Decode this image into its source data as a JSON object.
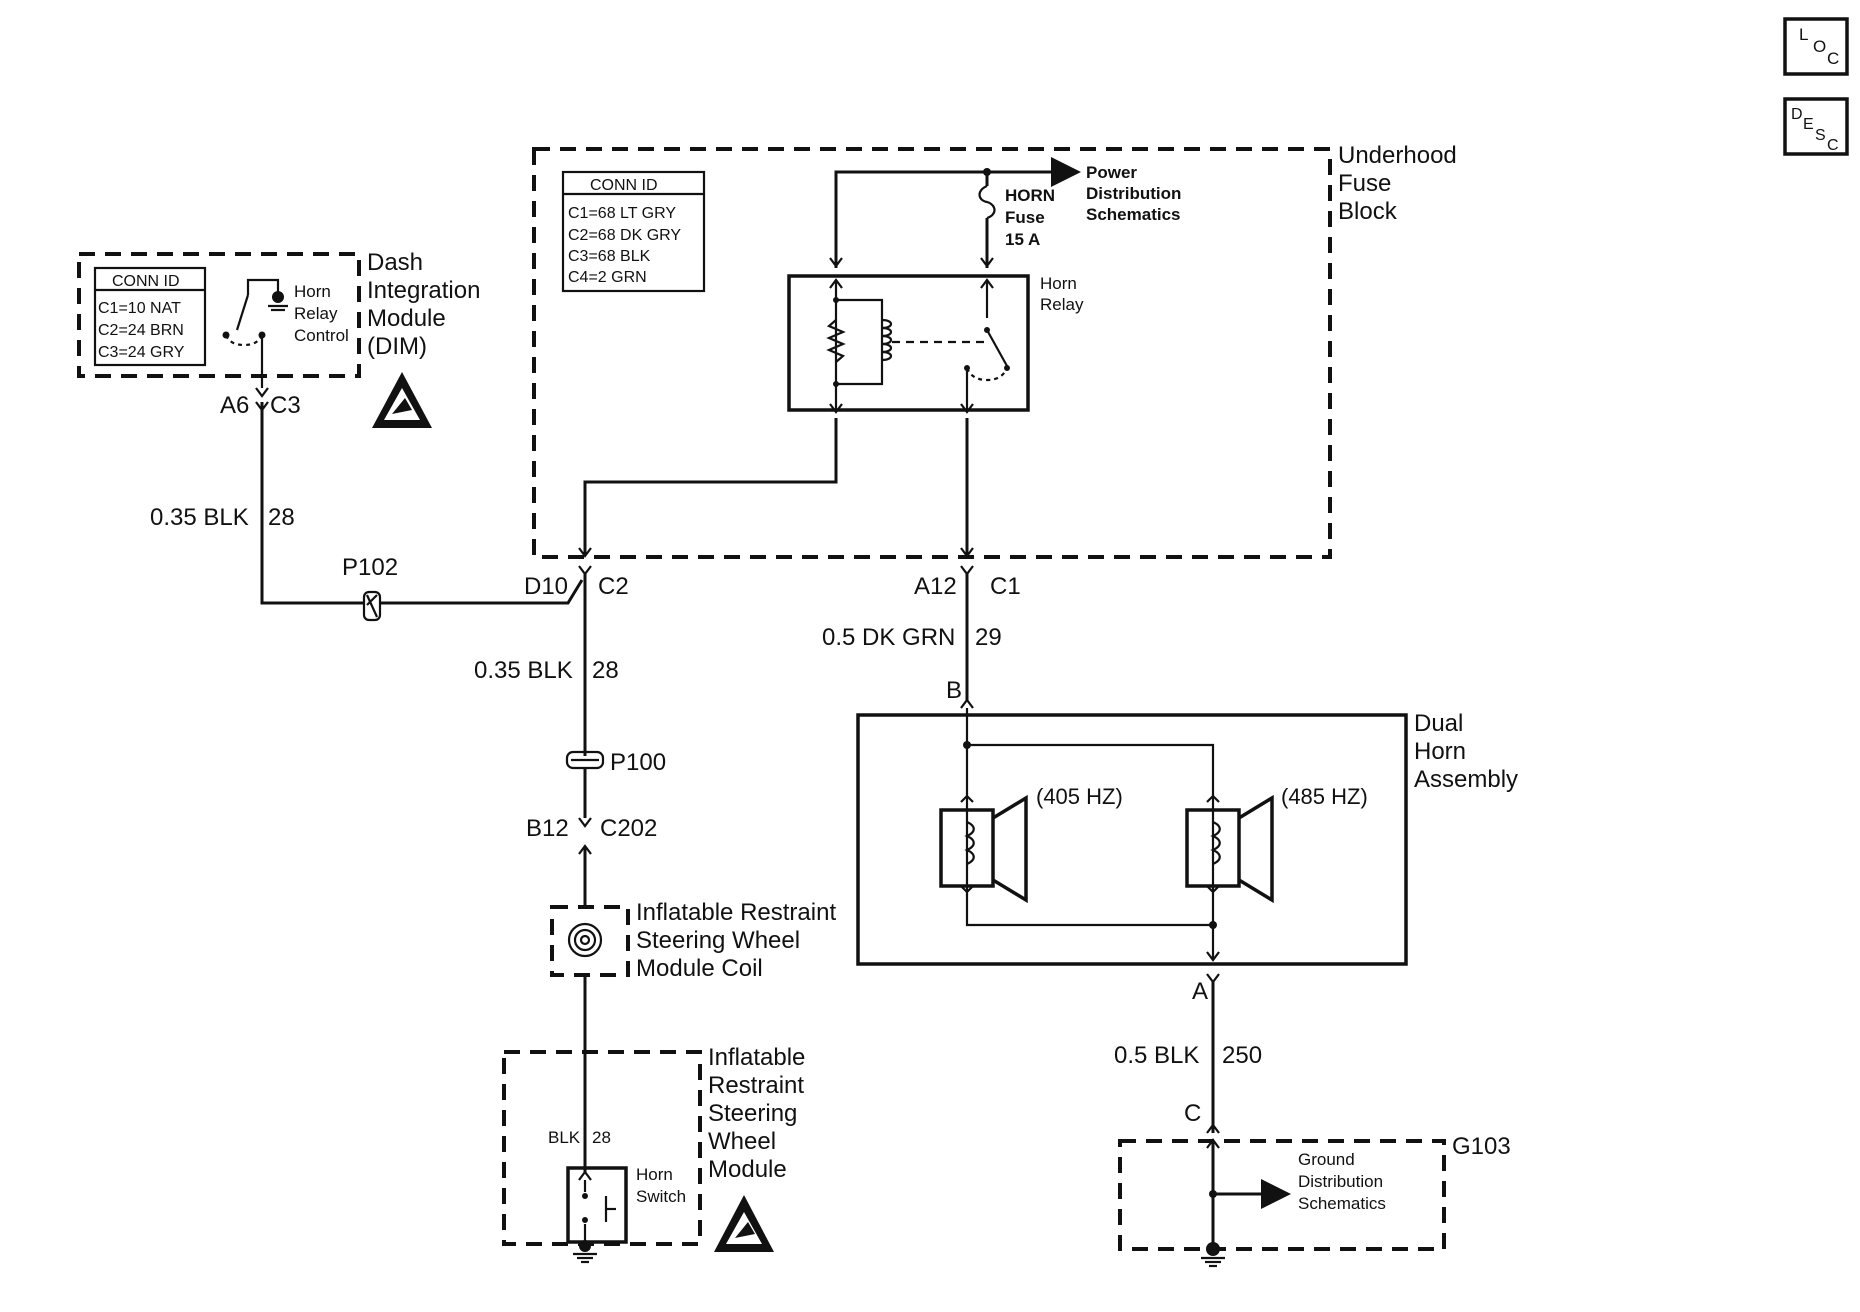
{
  "corner_buttons": {
    "loc": "LOC",
    "desc": "DESC"
  },
  "dim": {
    "title_lines": [
      "Dash",
      "Integration",
      "Module",
      "(DIM)"
    ],
    "conn_title": "CONN ID",
    "conn_lines": [
      "C1=10 NAT",
      "C2=24 BRN",
      "C3=24 GRY"
    ],
    "switch_label": [
      "Horn",
      "Relay",
      "Control"
    ],
    "pin": "A6",
    "conn": "C3"
  },
  "fuse_block": {
    "title_lines": [
      "Underhood",
      "Fuse",
      "Block"
    ],
    "conn_title": "CONN ID",
    "conn_lines": [
      "C1=68 LT GRY",
      "C2=68 DK GRY",
      "C3=68 BLK",
      "C4=2 GRN"
    ],
    "fuse_label": [
      "HORN",
      "Fuse",
      "15 A"
    ],
    "power_label": [
      "Power",
      "Distribution",
      "Schematics"
    ],
    "relay_label": [
      "Horn",
      "Relay"
    ]
  },
  "wires": {
    "dim_wire": {
      "gauge": "0.35 BLK",
      "circuit": "28"
    },
    "splice_p102": "P102",
    "d10": "D10",
    "c2": "C2",
    "a12": "A12",
    "c1": "C1",
    "grn_wire": {
      "gauge": "0.5 DK GRN",
      "circuit": "29"
    },
    "blk_wire": {
      "gauge": "0.35 BLK",
      "circuit": "28"
    },
    "p100": "P100",
    "b12": "B12",
    "c202": "C202",
    "blk250": {
      "gauge": "0.5 BLK",
      "circuit": "250"
    }
  },
  "horn_assembly": {
    "title_lines": [
      "Dual",
      "Horn",
      "Assembly"
    ],
    "pin_b": "B",
    "pin_a": "A",
    "horn1": "(405 HZ)",
    "horn2": "(485 HZ)"
  },
  "coil": {
    "title_lines": [
      "Inflatable Restraint",
      "Steering Wheel",
      "Module Coil"
    ]
  },
  "steering_module": {
    "title_lines": [
      "Inflatable",
      "Restraint",
      "Steering",
      "Wheel",
      "Module"
    ],
    "wire_gauge": "BLK",
    "wire_circuit": "28",
    "switch_label": [
      "Horn",
      "Switch"
    ]
  },
  "ground": {
    "pin_c": "C",
    "name": "G103",
    "label": [
      "Ground",
      "Distribution",
      "Schematics"
    ]
  }
}
